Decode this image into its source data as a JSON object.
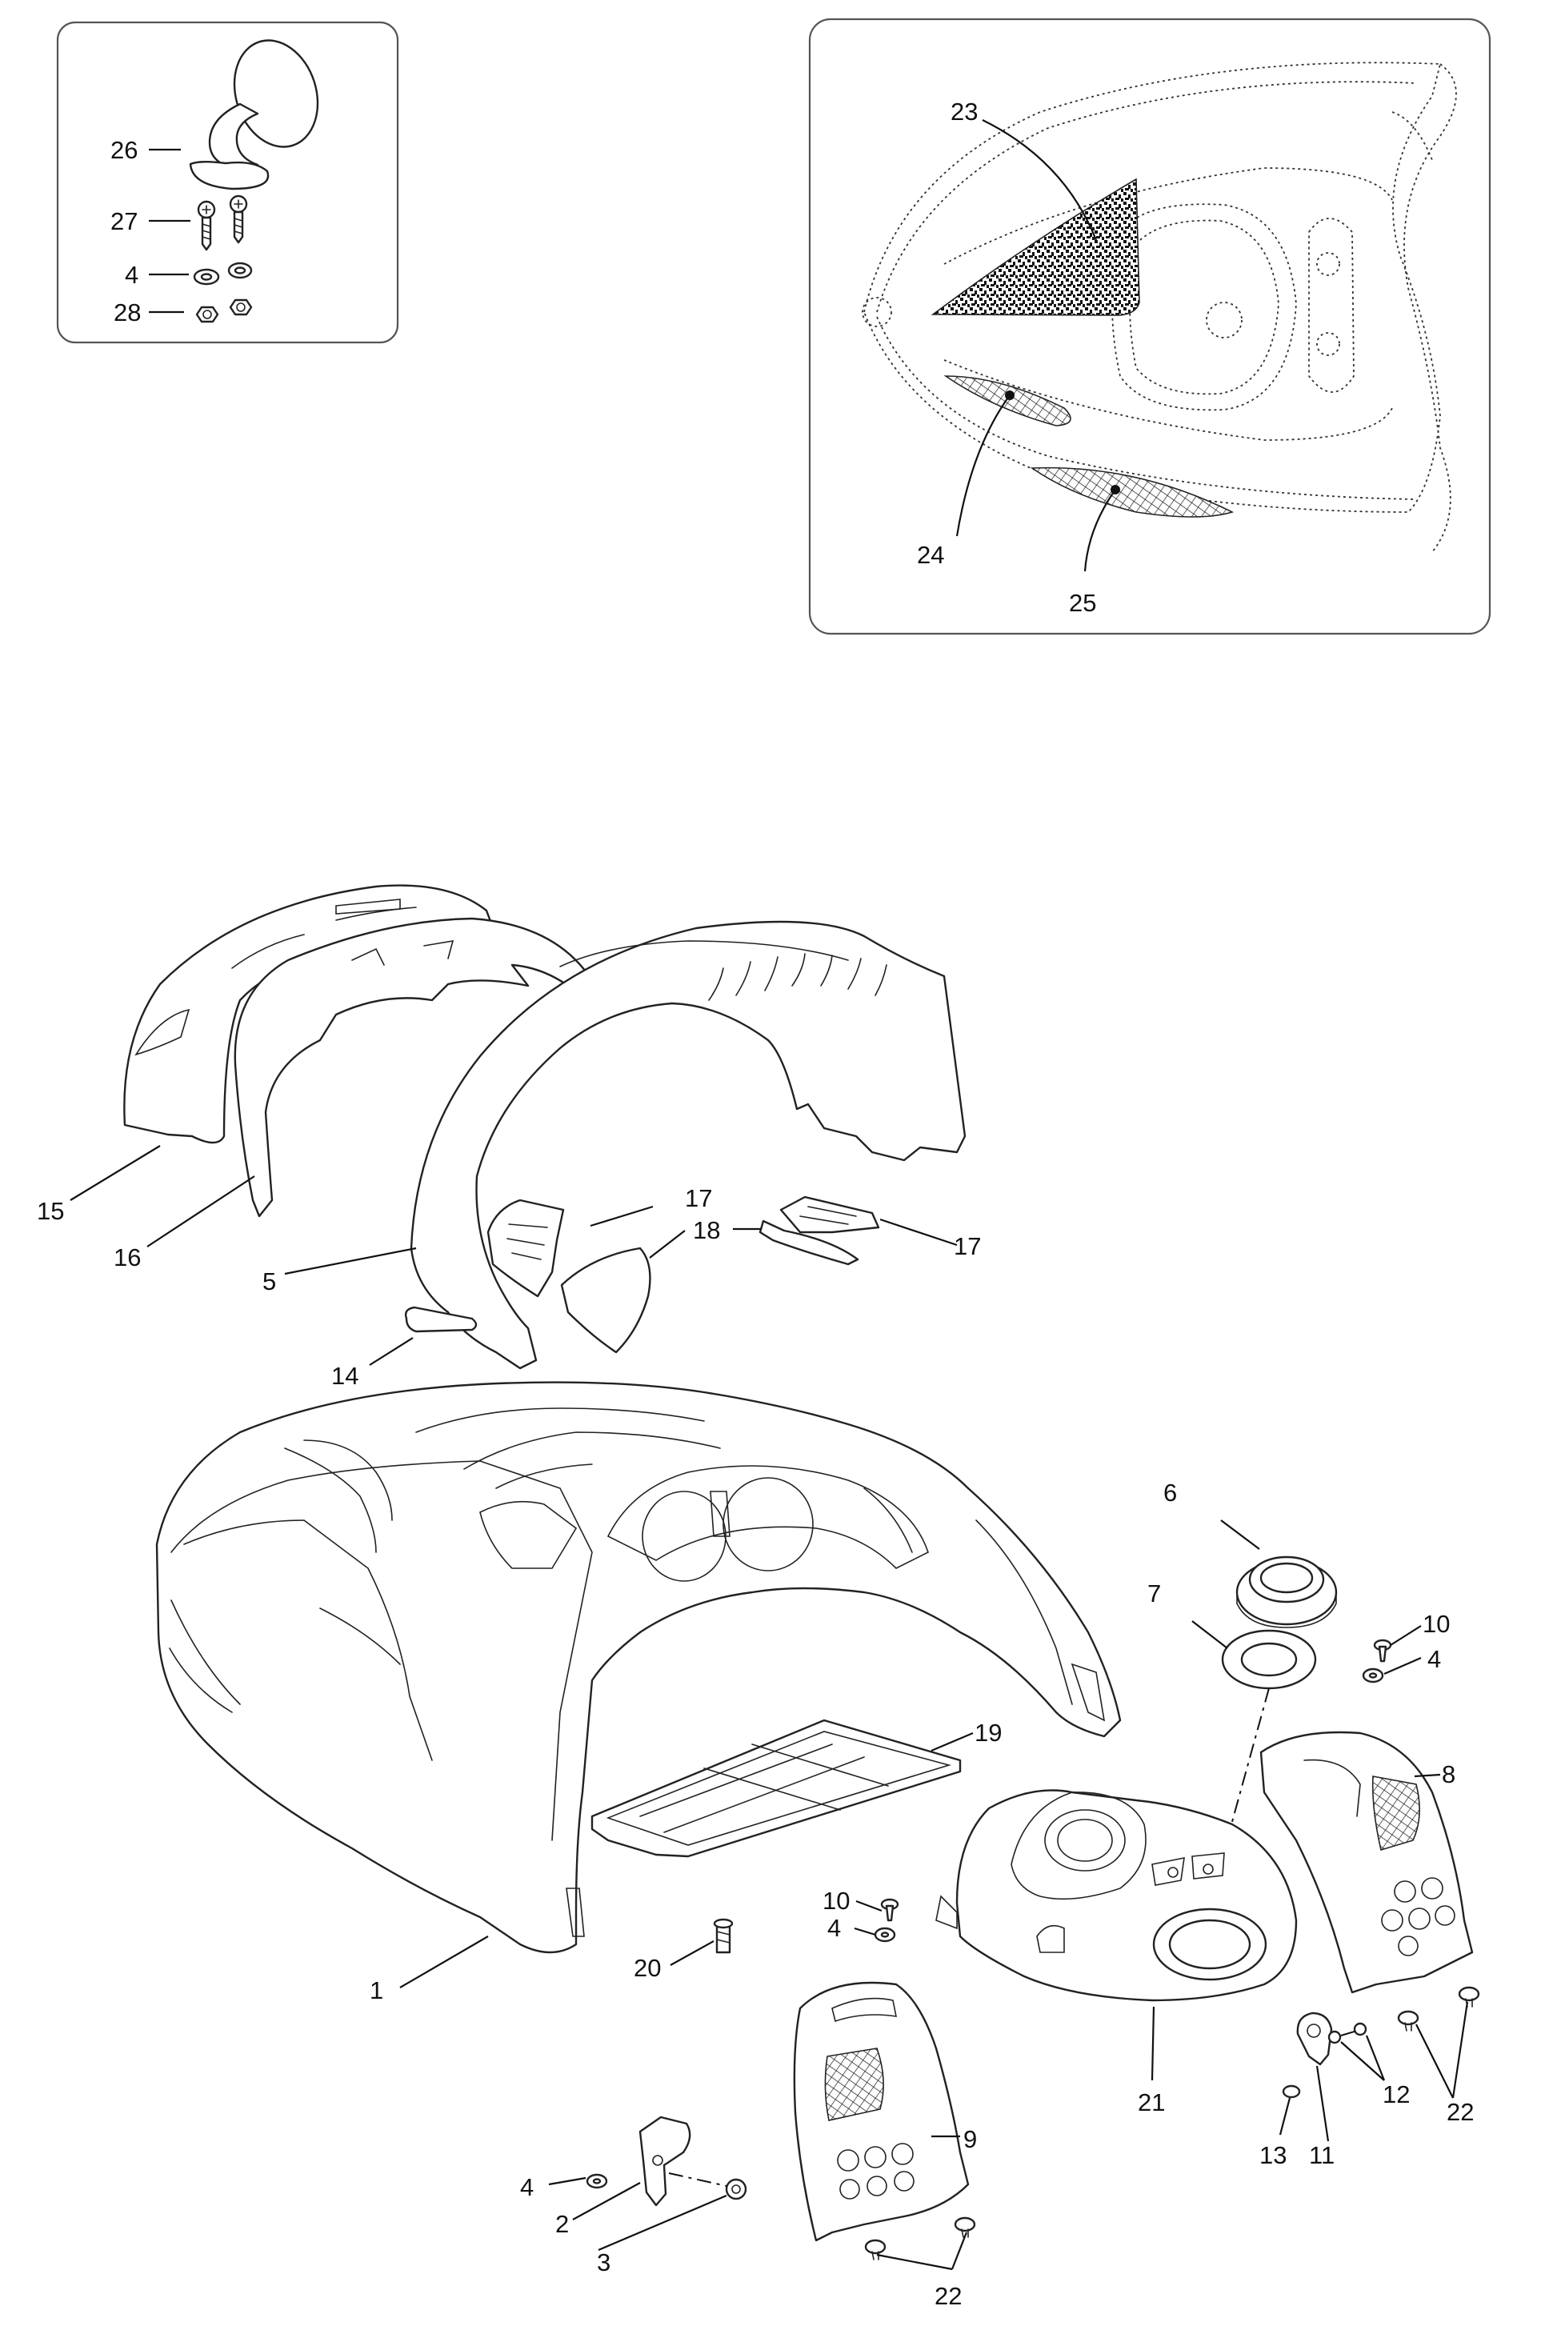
{
  "callouts": {
    "c1": "1",
    "c2": "2",
    "c3": "3",
    "c4a": "4",
    "c4b": "4",
    "c4c": "4",
    "c4d": "4",
    "c5": "5",
    "c6": "6",
    "c7": "7",
    "c8": "8",
    "c9": "9",
    "c10a": "10",
    "c10b": "10",
    "c11": "11",
    "c12": "12",
    "c13": "13",
    "c14": "14",
    "c15": "15",
    "c16": "16",
    "c17a": "17",
    "c17b": "17",
    "c18": "18",
    "c19": "19",
    "c20": "20",
    "c21": "21",
    "c22a": "22",
    "c22b": "22",
    "c23": "23",
    "c24": "24",
    "c25": "25",
    "c26": "26",
    "c27": "27",
    "c28": "28"
  }
}
